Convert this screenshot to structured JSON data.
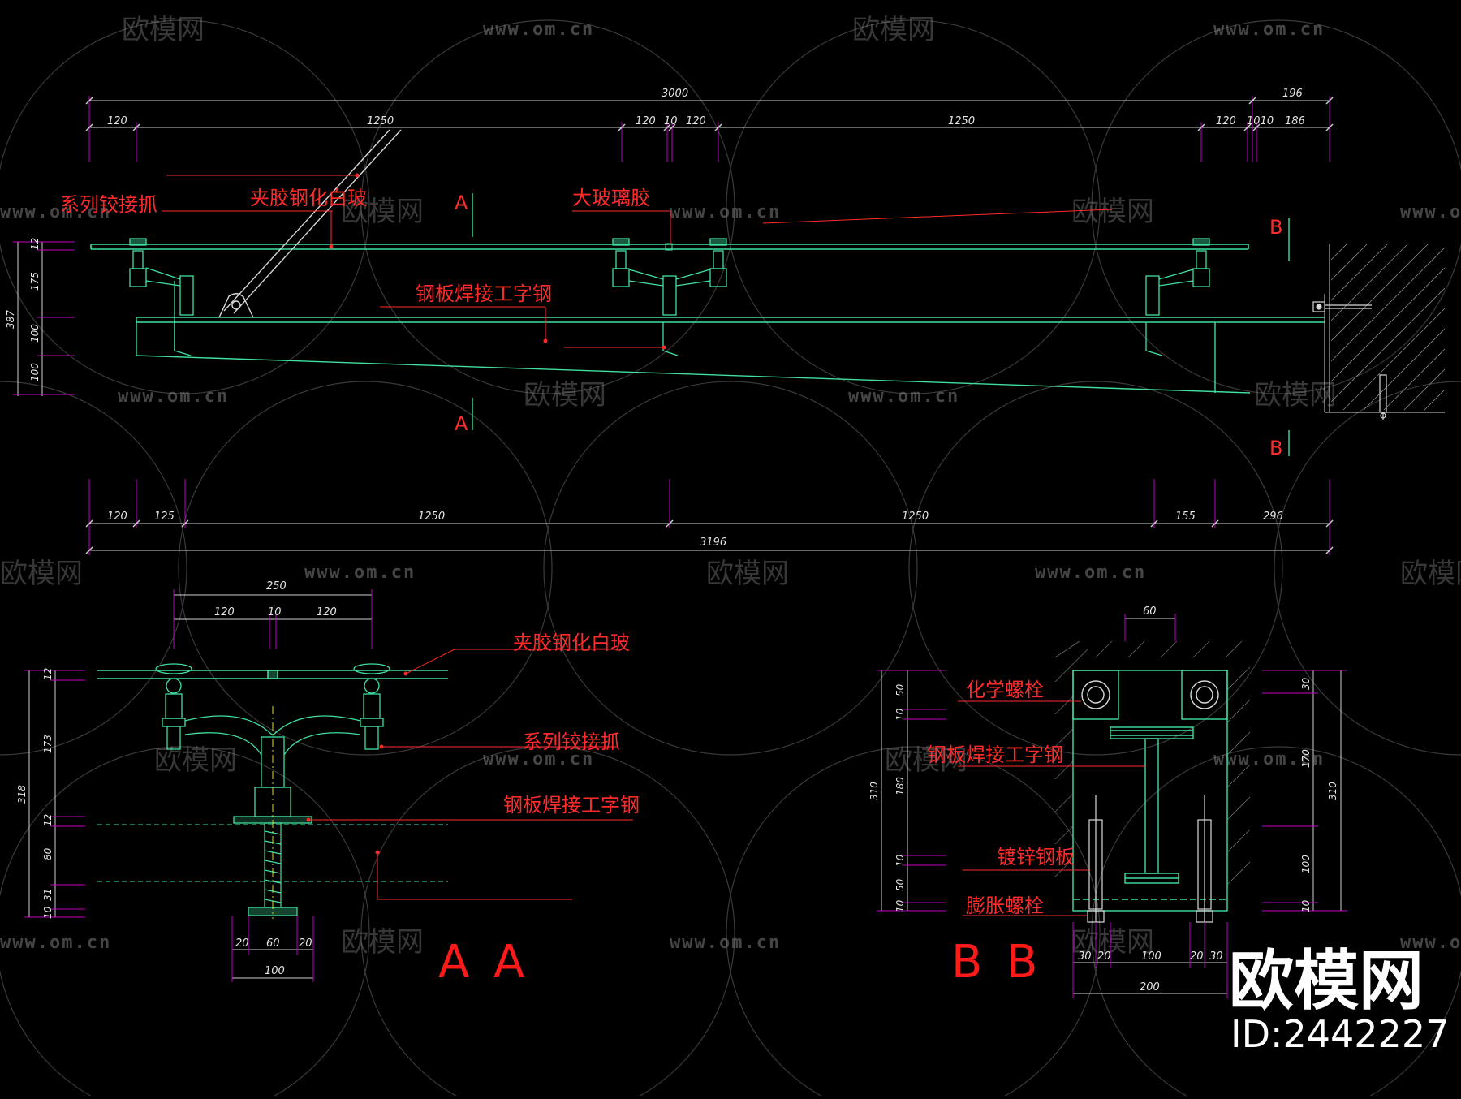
{
  "watermark": {
    "text": "欧模网",
    "url": "www.om.cn"
  },
  "brand": {
    "name": "欧模网",
    "id": "ID:2442227"
  },
  "elevation": {
    "top_total": "3000",
    "top_right": "196",
    "top_segments": [
      "120",
      "1250",
      "120",
      "10",
      "120",
      "1250",
      "120",
      "1010",
      "186"
    ],
    "left_dims": [
      "12",
      "175",
      "100",
      "100"
    ],
    "left_total": "387",
    "bottom_segments": [
      "120",
      "125",
      "1250",
      "1250",
      "155",
      "296"
    ],
    "bottom_total": "3196",
    "labels": {
      "hinge_claw": "系列铰接抓",
      "laminated_glass": "夹胶钢化白玻",
      "glass_glue": "大玻璃胶",
      "steel_beam": "钢板焊接工字钢"
    },
    "section_marks": {
      "a": "A",
      "b": "B"
    }
  },
  "section_aa": {
    "title_a1": "A",
    "title_a2": "A",
    "top_total": "250",
    "top_segments": [
      "120",
      "10",
      "120"
    ],
    "left_dims": [
      "12",
      "173",
      "12",
      "80",
      "31",
      "10"
    ],
    "left_total": "318",
    "bottom_segments": [
      "20",
      "60",
      "20"
    ],
    "bottom_total": "100",
    "labels": {
      "laminated_glass": "夹胶钢化白玻",
      "hinge_claw": "系列铰接抓",
      "steel_beam": "钢板焊接工字钢"
    }
  },
  "section_bb": {
    "title_b1": "B",
    "title_b2": "B",
    "top_dim": "60",
    "left_dims": [
      "50",
      "10",
      "180",
      "10",
      "50",
      "10"
    ],
    "left_total": "310",
    "right_dims": [
      "30",
      "170",
      "100",
      "10"
    ],
    "right_total": "310",
    "bottom_segments": [
      "30",
      "20",
      "100",
      "20",
      "30"
    ],
    "bottom_total": "200",
    "labels": {
      "chem_bolt": "化学螺栓",
      "steel_beam": "钢板焊接工字钢",
      "galv_plate": "镀锌钢板",
      "exp_bolt": "膨胀螺栓"
    }
  }
}
